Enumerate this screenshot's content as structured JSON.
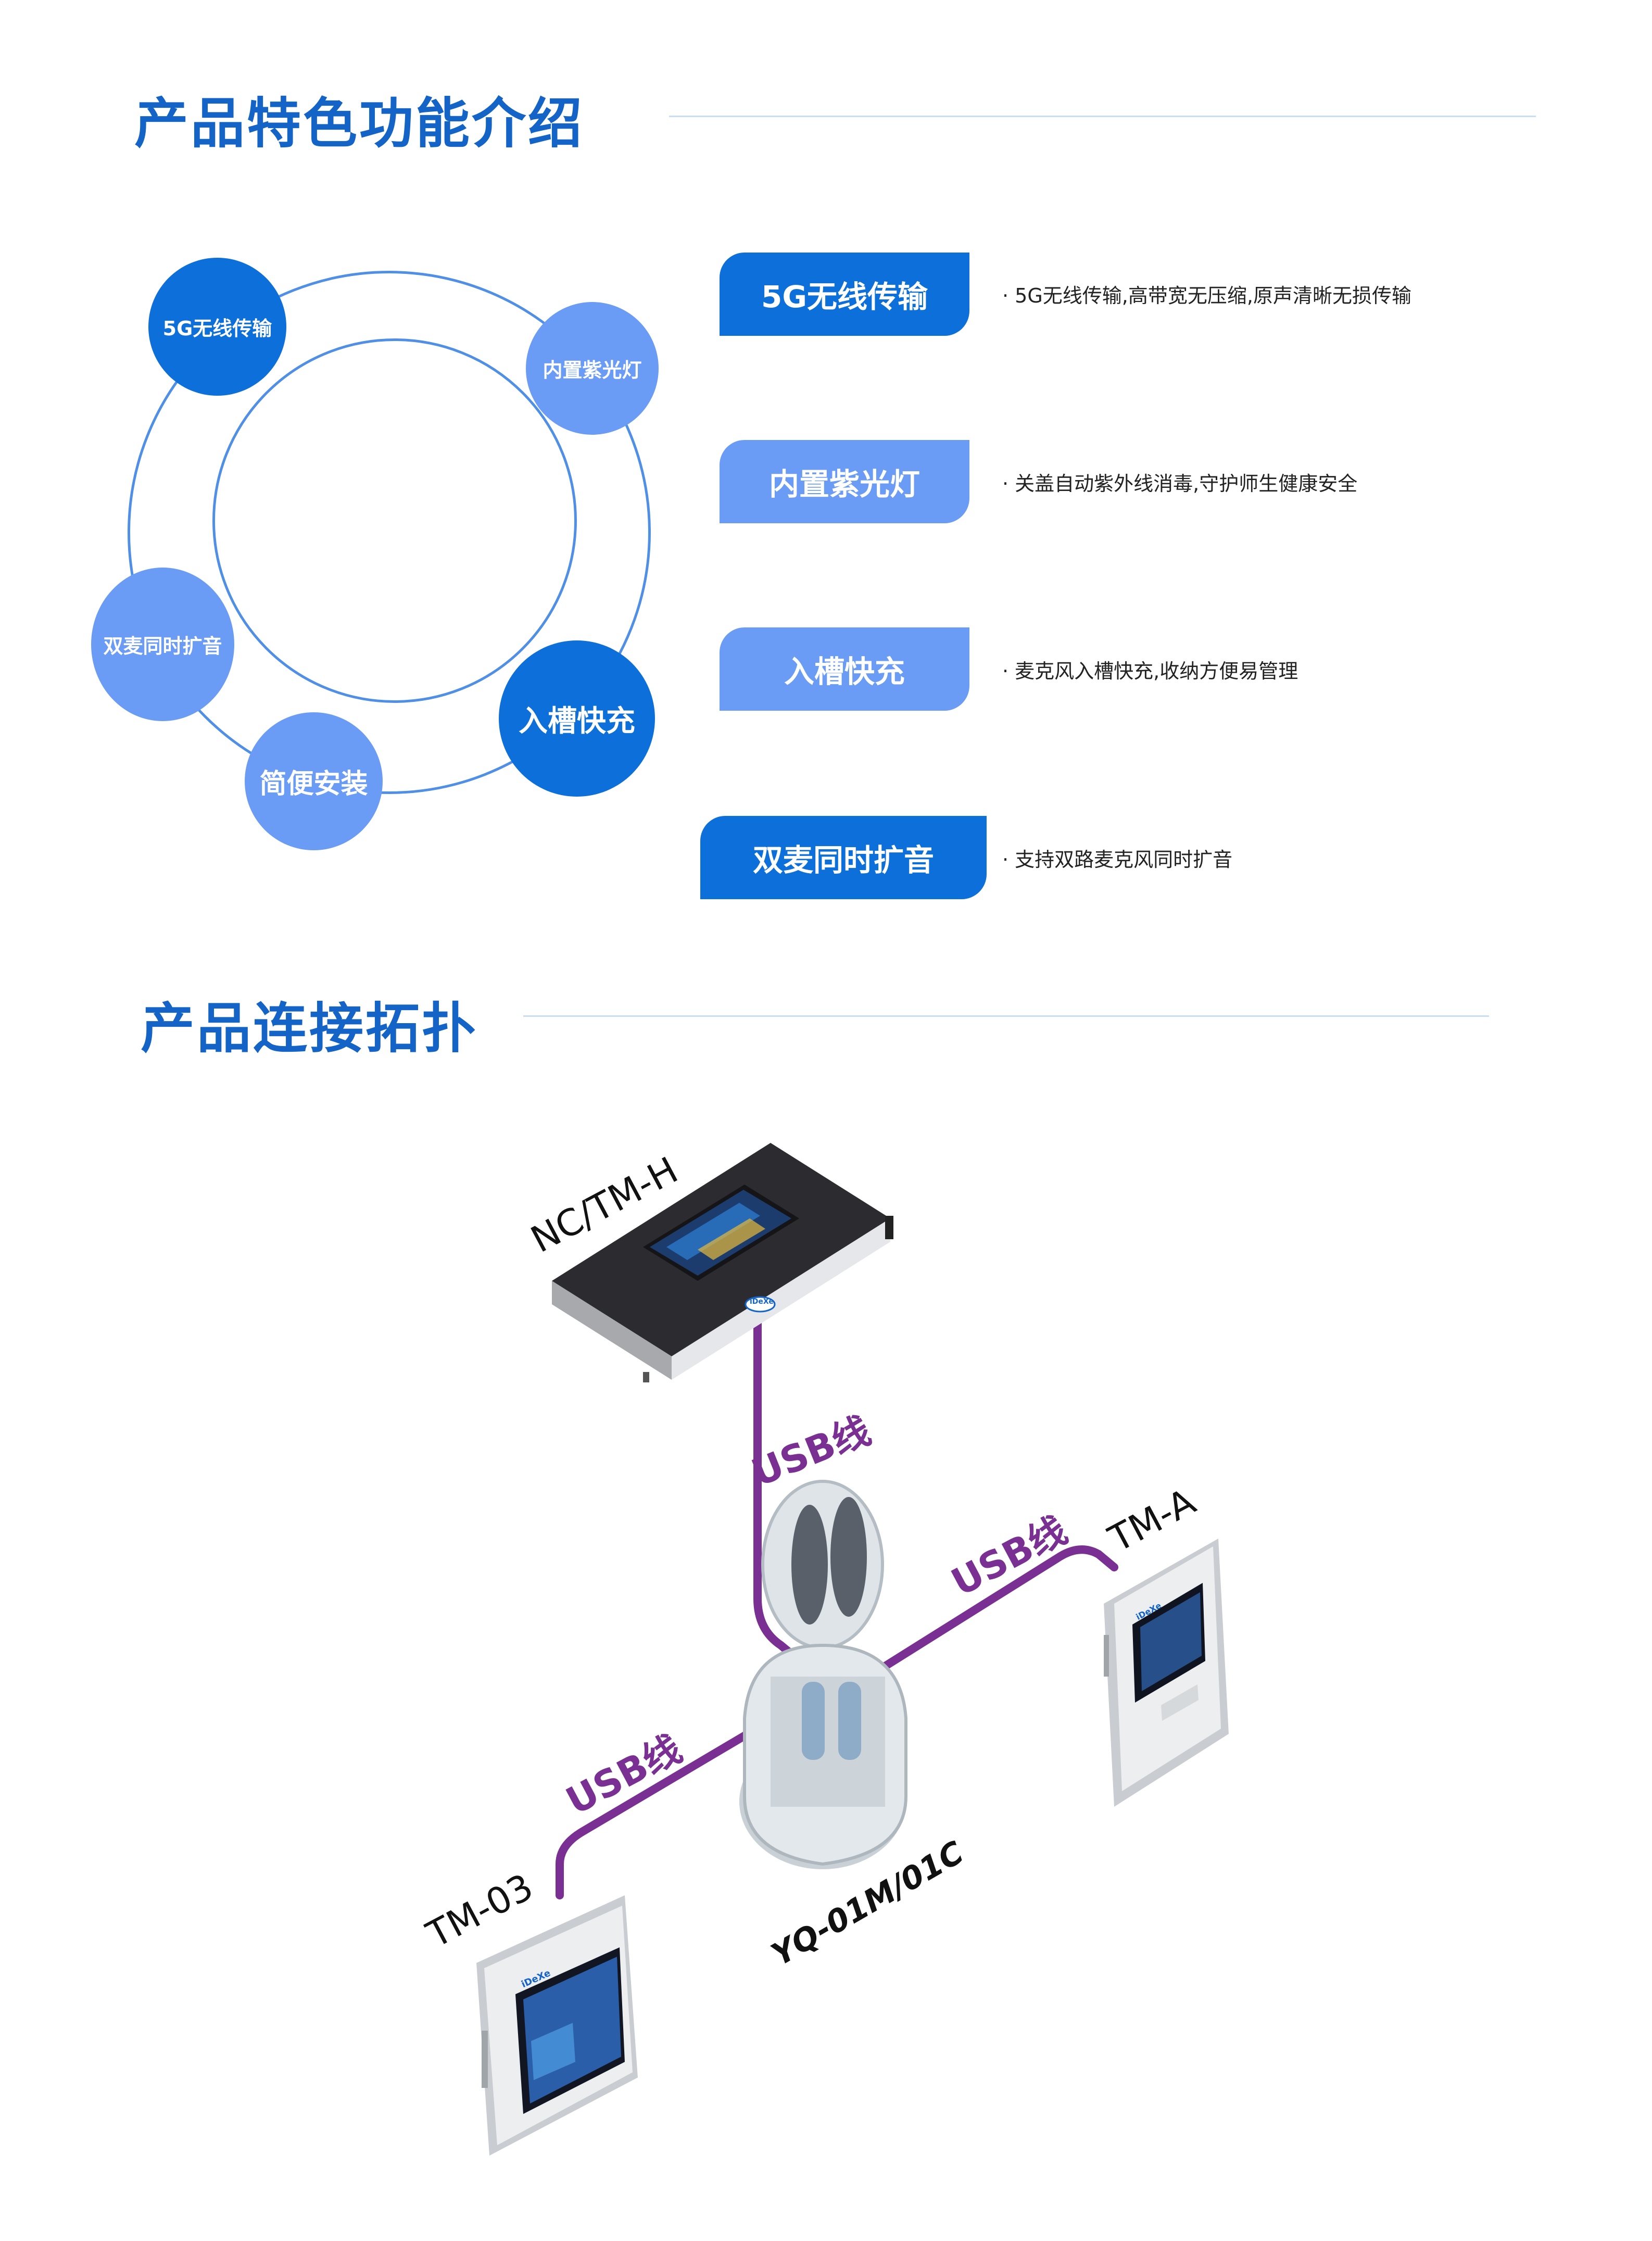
{
  "features_section": {
    "title": "产品特色功能介绍",
    "bubbles": [
      {
        "label": "5G无线传输"
      },
      {
        "label": "内置紫光灯"
      },
      {
        "label": "双麦同时扩音"
      },
      {
        "label": "入槽快充"
      },
      {
        "label": "简便安装"
      }
    ],
    "items": [
      {
        "label": "5G无线传输",
        "desc": "· 5G无线传输,高带宽无压缩,原声清晰无损传输"
      },
      {
        "label": "内置紫光灯",
        "desc": "· 关盖自动紫外线消毒,守护师生健康安全"
      },
      {
        "label": "入槽快充",
        "desc": "· 麦克风入槽快充,收纳方便易管理"
      },
      {
        "label": "双麦同时扩音",
        "desc": "· 支持双路麦克风同时扩音"
      }
    ]
  },
  "topology_section": {
    "title": "产品连接拓扑",
    "devices": {
      "top": "NC/TM-H",
      "right": "TM-A",
      "left": "TM-03",
      "center": "YQ-01M/01C"
    },
    "cables": {
      "top": "USB线",
      "right": "USB线",
      "left": "USB线"
    },
    "brand": "iDeXe",
    "cable_color": "#7a2f93",
    "accent_color": "#1464c8"
  }
}
